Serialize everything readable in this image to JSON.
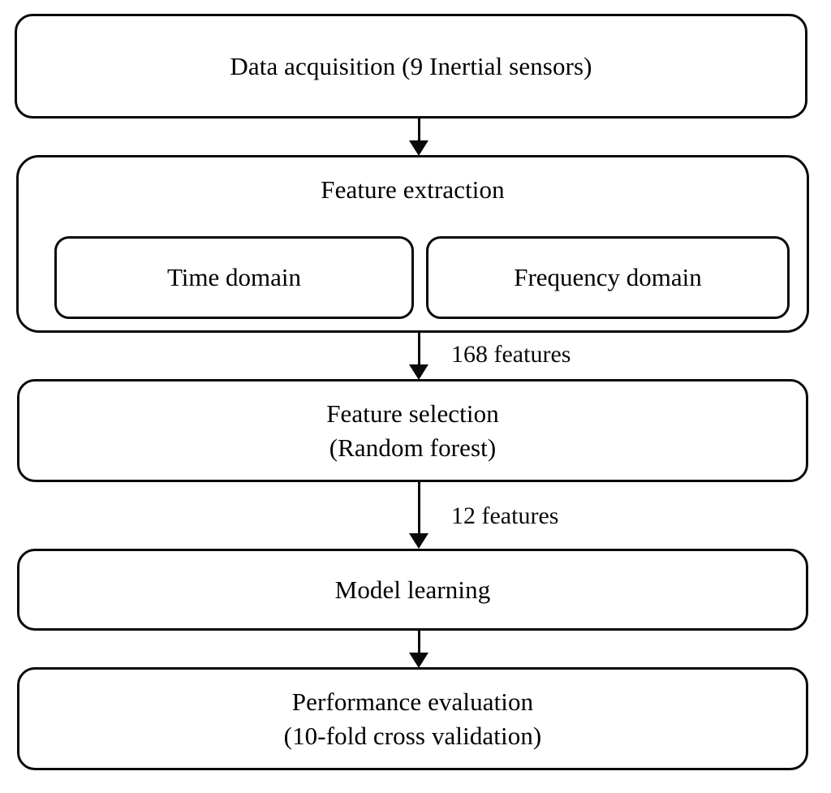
{
  "diagram": {
    "title": "Activity recognition processing pipeline flowchart",
    "type": "flowchart",
    "orientation": "top-to-bottom",
    "colors": {
      "stroke": "#0a0a0a",
      "fill": "#ffffff",
      "text": "#000000",
      "background": "#ffffff"
    },
    "nodes": [
      {
        "id": "data-acquisition",
        "label": "Data acquisition (9 Inertial sensors)"
      },
      {
        "id": "feature-extraction",
        "label": "Feature extraction",
        "children": [
          {
            "id": "time-domain",
            "label": "Time domain"
          },
          {
            "id": "frequency-domain",
            "label": "Frequency domain"
          }
        ]
      },
      {
        "id": "feature-selection",
        "label_line1": "Feature selection",
        "label_line2": "(Random forest)"
      },
      {
        "id": "model-learning",
        "label": "Model learning"
      },
      {
        "id": "performance-evaluation",
        "label_line1": "Performance evaluation",
        "label_line2": "(10-fold cross validation)"
      }
    ],
    "edges": [
      {
        "id": "edge-1",
        "from": "data-acquisition",
        "to": "feature-extraction",
        "label": ""
      },
      {
        "id": "edge-2",
        "from": "feature-extraction",
        "to": "feature-selection",
        "label": "168 features"
      },
      {
        "id": "edge-3",
        "from": "feature-selection",
        "to": "model-learning",
        "label": "12 features"
      },
      {
        "id": "edge-4",
        "from": "model-learning",
        "to": "performance-evaluation",
        "label": ""
      }
    ]
  }
}
